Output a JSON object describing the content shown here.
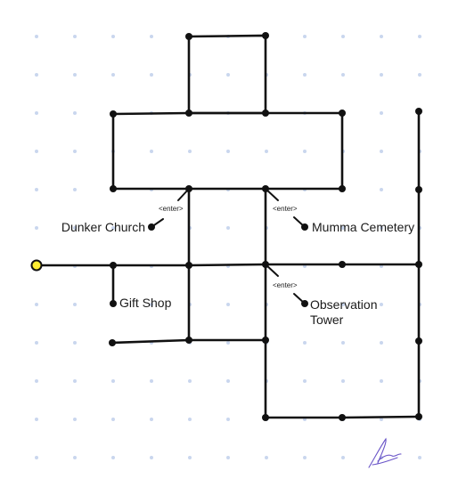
{
  "map": {
    "colors": {
      "background": "#ffffff",
      "grid_dot": "#c9d6ee",
      "road": "#111111",
      "start_marker": "#ffee33",
      "signature": "#6a55c8"
    },
    "places": {
      "dunker_church": "Dunker Church",
      "mumma_cemetery": "Mumma Cemetery",
      "gift_shop": "Gift Shop",
      "observation_tower_line1": "Observation",
      "observation_tower_line2": "Tower"
    },
    "enter_label": "<enter>",
    "signature_icon": "artist-signature"
  }
}
